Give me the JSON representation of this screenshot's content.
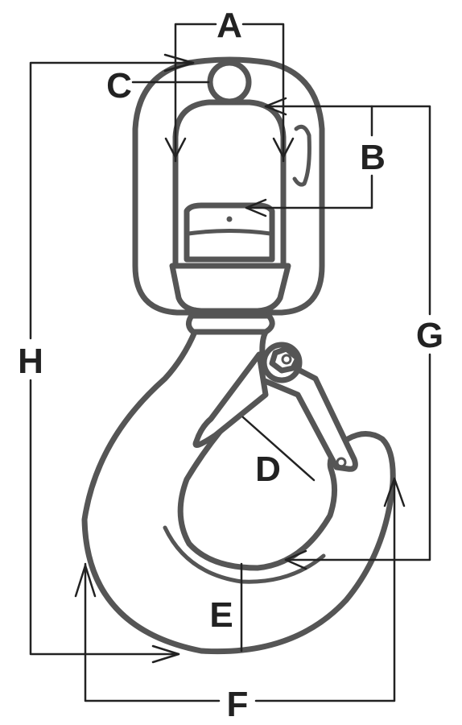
{
  "figure": {
    "subject": "swivel-hook-with-safety-latch",
    "colors": {
      "outline": "#555555",
      "dimension": "#222222",
      "background": "#ffffff"
    }
  },
  "labels": {
    "A": "A",
    "B": "B",
    "C": "C",
    "D": "D",
    "E": "E",
    "F": "F",
    "G": "G",
    "H": "H"
  }
}
